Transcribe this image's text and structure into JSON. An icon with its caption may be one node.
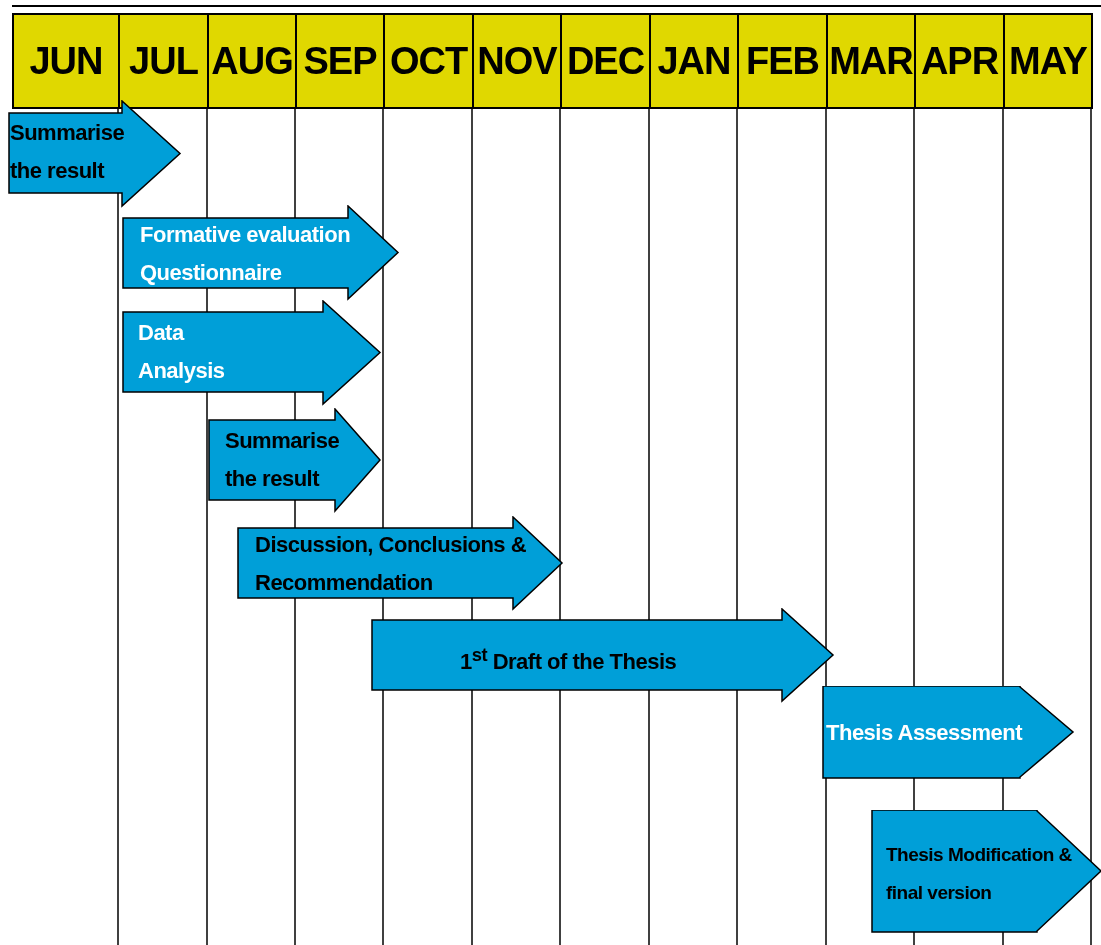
{
  "diagram": {
    "nodes": [
      {
        "text": [
          "JUN"
        ]
      },
      {
        "text": [
          "JUL"
        ]
      },
      {
        "text": [
          "AUG"
        ]
      },
      {
        "text": [
          "SEP"
        ]
      },
      {
        "text": [
          "OCT"
        ]
      },
      {
        "text": [
          "NOV"
        ]
      },
      {
        "text": [
          "DEC"
        ]
      },
      {
        "text": [
          "JAN"
        ]
      },
      {
        "text": [
          "FEB"
        ]
      },
      {
        "text": [
          "MAR"
        ]
      },
      {
        "text": [
          "APR"
        ]
      },
      {
        "text": [
          "MAY"
        ]
      },
      {
        "text": [
          "Summarise the result"
        ]
      },
      {
        "text": [
          "Formative evaluation Questionnaire"
        ]
      },
      {
        "text": [
          "Data Analysis"
        ]
      },
      {
        "text": [
          "Summarise the result"
        ]
      },
      {
        "text": [
          "Discussion, Conclusions & Recommendation"
        ]
      },
      {
        "text": [
          "1$^{st}$ Draft of the Thesis"
        ]
      },
      {
        "text": [
          "Thesis Assessment"
        ]
      },
      {
        "text": [
          "Thesis Modification & final version"
        ]
      }
    ],
    "edges": []
  }
}
